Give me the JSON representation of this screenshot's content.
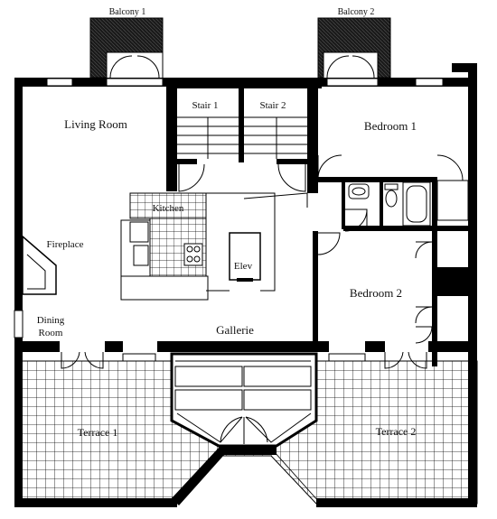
{
  "plan": {
    "rooms": {
      "balcony_1": "Balcony 1",
      "balcony_2": "Balcony 2",
      "living_room": "Living Room",
      "stair_1": "Stair 1",
      "stair_2": "Stair 2",
      "bedroom_1": "Bedroom 1",
      "kitchen": "Kitchen",
      "fireplace": "Fireplace",
      "elev": "Elev",
      "bedroom_2": "Bedroom 2",
      "dining_room_line1": "Dining",
      "dining_room_line2": "Room",
      "gallerie": "Gallerie",
      "terrace_1": "Terrace 1",
      "terrace_2": "Terrace 2"
    },
    "colors": {
      "wall": "#000000",
      "background": "#ffffff",
      "balcony_fill": "#2a2a2a",
      "terrace_grid": "#000000"
    }
  }
}
